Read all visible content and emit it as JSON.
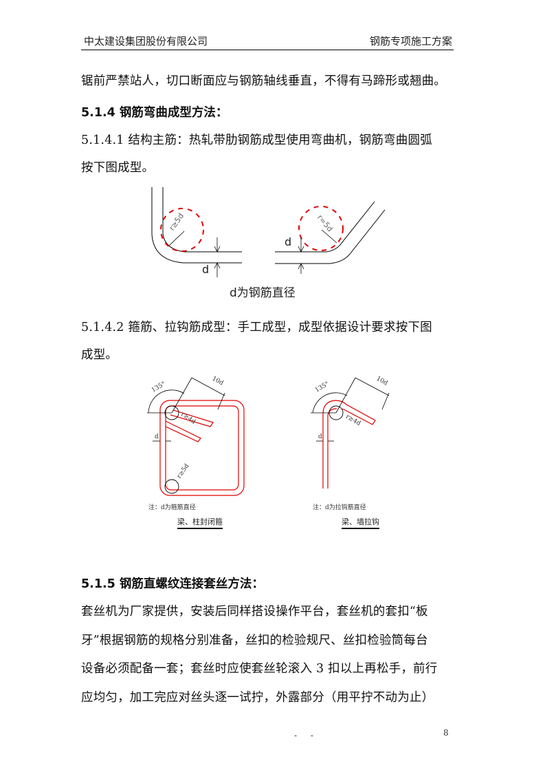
{
  "header": {
    "company": "中太建设集团股份有限公司",
    "doc_title": "钢筋专项施工方案"
  },
  "paragraphs": {
    "p1": "锯前严禁站人，切口断面应与钢筋轴线垂直，不得有马蹄形或翘曲。",
    "h514": "5.1.4 钢筋弯曲成型方法：",
    "p5141_line1": "5.1.4.1 结构主筋：热轧带肋钢筋成型使用弯曲机，钢筋弯曲圆弧",
    "p5141_line2": "按下图成型。",
    "p5142_line1": "5.1.4.2 箍筋、拉钩筋成型：手工成型，成型依据设计要求按下图",
    "p5142_line2": "成型。",
    "h515": "5.1.5 钢筋直螺纹连接套丝方法：",
    "p515_line1": "套丝机为厂家提供，安装后同样搭设操作平台，套丝机的套扣“板",
    "p515_line2": "牙”根据钢筋的规格分别准备，丝扣的检验规尺、丝扣检验筒每台",
    "p515_line3": "设备必须配备一套；套丝时应使套丝轮滚入 3 扣以上再松手，前行",
    "p515_line4": "应均匀，加工完应对丝头逐一试拧，外露部分（用平拧不动为止）"
  },
  "figure1": {
    "left_radius_label": "r≥5d",
    "right_radius_label": "r=5d",
    "d_label": "d",
    "caption": "d为钢筋直径"
  },
  "figure2": {
    "left": {
      "angle_label": "135°",
      "length_label": "10d",
      "radius_label_top": "r≥4d",
      "radius_label_bottom": "r≥5d",
      "d_label": "d",
      "note": "注：d为箍筋直径",
      "subtitle": "梁、柱封闭箍"
    },
    "right": {
      "angle_label": "135°",
      "length_label": "10d",
      "radius_label": "r≥4d",
      "d_label": "d",
      "note": "注：d为拉钩筋直径",
      "subtitle": "梁、墙拉钩"
    }
  },
  "footer": {
    "dots": "- -",
    "page_number": "8"
  },
  "colors": {
    "rebar_red": "#e00000",
    "line_black": "#000000"
  }
}
